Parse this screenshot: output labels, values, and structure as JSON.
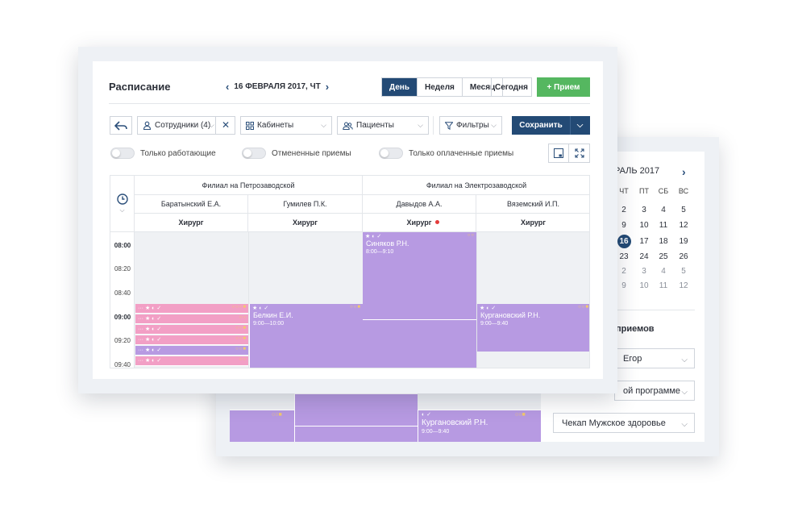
{
  "header": {
    "title": "Расписание",
    "date": "16 ФЕВРАЛЯ 2017, ЧТ",
    "prev_icon": "chevron-left-icon",
    "next_icon": "chevron-right-icon"
  },
  "view_tabs": [
    {
      "label": "День",
      "active": true
    },
    {
      "label": "Неделя",
      "active": false
    },
    {
      "label": "Месяц",
      "active": false
    }
  ],
  "today_label": "Сегодня",
  "add_label": "+ Прием",
  "toolbar": {
    "employees": "Сотрудники (4)",
    "rooms": "Кабинеты",
    "patients": "Пациенты",
    "filters": "Фильтры",
    "save": "Сохранить"
  },
  "toggles": [
    {
      "label": "Только работающие",
      "on": false
    },
    {
      "label": "Отмененные приемы",
      "on": false
    },
    {
      "label": "Только оплаченные приемы",
      "on": false
    }
  ],
  "branches": [
    "Филиал на Петрозаводской",
    "Филиал на Электрозаводской"
  ],
  "doctors": [
    {
      "name": "Баратынский Е.А.",
      "role": "Хирург"
    },
    {
      "name": "Гумилев П.К.",
      "role": "Хирург"
    },
    {
      "name": "Давыдов А.А.",
      "role": "Хирург"
    },
    {
      "name": "Вяземский И.П.",
      "role": "Хирург"
    }
  ],
  "times": [
    "08:00",
    "08:20",
    "08:40",
    "09:00",
    "09:20",
    "09:40"
  ],
  "appointments": [
    {
      "name": "Синяков Р.Н.",
      "time": "8:00—9:10"
    },
    {
      "name": "Белкин Е.И.",
      "time": "9:00—10:00"
    },
    {
      "name": "Кургановский Р.Н.",
      "time": "9:00—9:40"
    }
  ],
  "back": {
    "month": "РАЛЬ 2017",
    "weekdays": [
      "ЧТ",
      "ПТ",
      "СБ",
      "ВС"
    ],
    "weeks": [
      [
        "2",
        "3",
        "4",
        "5"
      ],
      [
        "9",
        "10",
        "11",
        "12"
      ],
      [
        "16",
        "17",
        "18",
        "19"
      ],
      [
        "23",
        "24",
        "25",
        "26"
      ],
      [
        "2",
        "3",
        "4",
        "5"
      ],
      [
        "9",
        "10",
        "11",
        "12"
      ]
    ],
    "section_title": "приемов",
    "selects": [
      "Егор",
      "ой программе",
      "Чекап Мужское здоровье"
    ],
    "appt_name": "Кургановский Р.Н.",
    "appt_time": "9:00—9:40"
  },
  "colors": {
    "primary": "#234a75",
    "green": "#55b760",
    "purple": "#b79ae2",
    "pink": "#f29fc5"
  }
}
